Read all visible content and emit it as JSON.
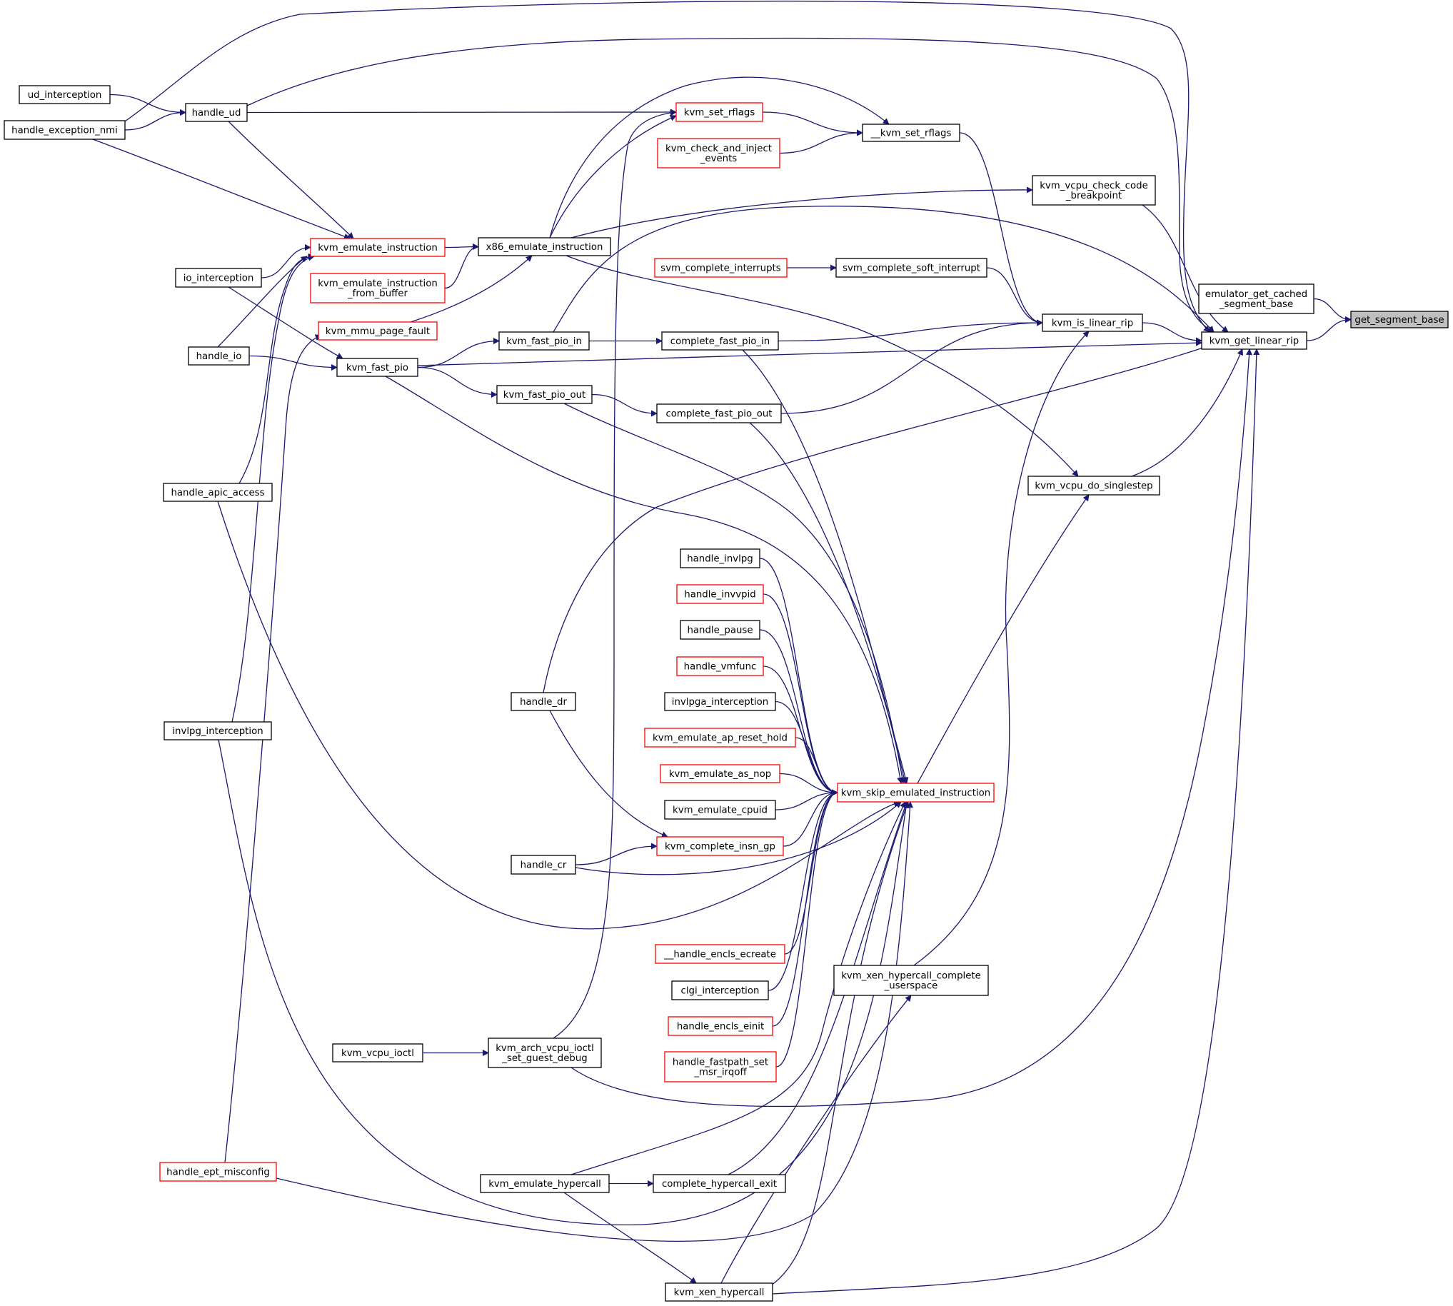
{
  "colors": {
    "edge": "#191970",
    "box_normal": "#000000",
    "box_truncated": "#ff0000",
    "box_focus_fill": "#bfbfbf",
    "box_fill": "#ffffff"
  },
  "nodes": [
    {
      "id": "get_segment_base",
      "lines": [
        "get_segment_base"
      ],
      "style": "focus"
    },
    {
      "id": "emulator_get_cached_segment_base",
      "lines": [
        "emulator_get_cached",
        "_segment_base"
      ],
      "style": "normal"
    },
    {
      "id": "kvm_get_linear_rip",
      "lines": [
        "kvm_get_linear_rip"
      ],
      "style": "normal"
    },
    {
      "id": "kvm_vcpu_check_code_breakpoint",
      "lines": [
        "kvm_vcpu_check_code",
        "_breakpoint"
      ],
      "style": "normal"
    },
    {
      "id": "kvm_is_linear_rip",
      "lines": [
        "kvm_is_linear_rip"
      ],
      "style": "normal"
    },
    {
      "id": "kvm_vcpu_do_singlestep",
      "lines": [
        "kvm_vcpu_do_singlestep"
      ],
      "style": "normal"
    },
    {
      "id": "kvm_xen_hypercall_complete_userspace",
      "lines": [
        "kvm_xen_hypercall_complete",
        "_userspace"
      ],
      "style": "normal"
    },
    {
      "id": "__kvm_set_rflags",
      "lines": [
        "__kvm_set_rflags"
      ],
      "style": "normal"
    },
    {
      "id": "svm_complete_soft_interrupt",
      "lines": [
        "svm_complete_soft_interrupt"
      ],
      "style": "normal"
    },
    {
      "id": "kvm_set_rflags",
      "lines": [
        "kvm_set_rflags"
      ],
      "style": "red"
    },
    {
      "id": "kvm_check_and_inject_events",
      "lines": [
        "kvm_check_and_inject",
        "_events"
      ],
      "style": "red"
    },
    {
      "id": "x86_emulate_instruction",
      "lines": [
        "x86_emulate_instruction"
      ],
      "style": "normal"
    },
    {
      "id": "svm_complete_interrupts",
      "lines": [
        "svm_complete_interrupts"
      ],
      "style": "red"
    },
    {
      "id": "complete_fast_pio_in",
      "lines": [
        "complete_fast_pio_in"
      ],
      "style": "normal"
    },
    {
      "id": "complete_fast_pio_out",
      "lines": [
        "complete_fast_pio_out"
      ],
      "style": "normal"
    },
    {
      "id": "kvm_fast_pio_in",
      "lines": [
        "kvm_fast_pio_in"
      ],
      "style": "normal"
    },
    {
      "id": "kvm_fast_pio_out",
      "lines": [
        "kvm_fast_pio_out"
      ],
      "style": "normal"
    },
    {
      "id": "kvm_emulate_instruction",
      "lines": [
        "kvm_emulate_instruction"
      ],
      "style": "red"
    },
    {
      "id": "kvm_emulate_instruction_from_buffer",
      "lines": [
        "kvm_emulate_instruction",
        "_from_buffer"
      ],
      "style": "red"
    },
    {
      "id": "kvm_mmu_page_fault",
      "lines": [
        "kvm_mmu_page_fault"
      ],
      "style": "red"
    },
    {
      "id": "kvm_fast_pio",
      "lines": [
        "kvm_fast_pio"
      ],
      "style": "normal"
    },
    {
      "id": "handle_ud",
      "lines": [
        "handle_ud"
      ],
      "style": "normal"
    },
    {
      "id": "ud_interception",
      "lines": [
        "ud_interception"
      ],
      "style": "normal"
    },
    {
      "id": "handle_exception_nmi",
      "lines": [
        "handle_exception_nmi"
      ],
      "style": "normal"
    },
    {
      "id": "io_interception",
      "lines": [
        "io_interception"
      ],
      "style": "normal"
    },
    {
      "id": "handle_io",
      "lines": [
        "handle_io"
      ],
      "style": "normal"
    },
    {
      "id": "handle_apic_access",
      "lines": [
        "handle_apic_access"
      ],
      "style": "normal"
    },
    {
      "id": "invlpg_interception",
      "lines": [
        "invlpg_interception"
      ],
      "style": "normal"
    },
    {
      "id": "handle_ept_misconfig",
      "lines": [
        "handle_ept_misconfig"
      ],
      "style": "red"
    },
    {
      "id": "kvm_skip_emulated_instruction",
      "lines": [
        "kvm_skip_emulated_instruction"
      ],
      "style": "red"
    },
    {
      "id": "handle_invlpg",
      "lines": [
        "handle_invlpg"
      ],
      "style": "normal"
    },
    {
      "id": "handle_invvpid",
      "lines": [
        "handle_invvpid"
      ],
      "style": "red"
    },
    {
      "id": "handle_pause",
      "lines": [
        "handle_pause"
      ],
      "style": "normal"
    },
    {
      "id": "handle_vmfunc",
      "lines": [
        "handle_vmfunc"
      ],
      "style": "red"
    },
    {
      "id": "invlpga_interception",
      "lines": [
        "invlpga_interception"
      ],
      "style": "normal"
    },
    {
      "id": "kvm_emulate_ap_reset_hold",
      "lines": [
        "kvm_emulate_ap_reset_hold"
      ],
      "style": "red"
    },
    {
      "id": "kvm_emulate_as_nop",
      "lines": [
        "kvm_emulate_as_nop"
      ],
      "style": "red"
    },
    {
      "id": "kvm_emulate_cpuid",
      "lines": [
        "kvm_emulate_cpuid"
      ],
      "style": "normal"
    },
    {
      "id": "kvm_complete_insn_gp",
      "lines": [
        "kvm_complete_insn_gp"
      ],
      "style": "red"
    },
    {
      "id": "handle_dr",
      "lines": [
        "handle_dr"
      ],
      "style": "normal"
    },
    {
      "id": "handle_cr",
      "lines": [
        "handle_cr"
      ],
      "style": "normal"
    },
    {
      "id": "__handle_encls_ecreate",
      "lines": [
        "__handle_encls_ecreate"
      ],
      "style": "red"
    },
    {
      "id": "clgi_interception",
      "lines": [
        "clgi_interception"
      ],
      "style": "normal"
    },
    {
      "id": "handle_encls_einit",
      "lines": [
        "handle_encls_einit"
      ],
      "style": "red"
    },
    {
      "id": "handle_fastpath_set_msr_irqoff",
      "lines": [
        "handle_fastpath_set",
        "_msr_irqoff"
      ],
      "style": "red"
    },
    {
      "id": "kvm_arch_vcpu_ioctl_set_guest_debug",
      "lines": [
        "kvm_arch_vcpu_ioctl",
        "_set_guest_debug"
      ],
      "style": "normal"
    },
    {
      "id": "kvm_vcpu_ioctl",
      "lines": [
        "kvm_vcpu_ioctl"
      ],
      "style": "normal"
    },
    {
      "id": "kvm_emulate_hypercall",
      "lines": [
        "kvm_emulate_hypercall"
      ],
      "style": "normal"
    },
    {
      "id": "complete_hypercall_exit",
      "lines": [
        "complete_hypercall_exit"
      ],
      "style": "normal"
    },
    {
      "id": "kvm_xen_hypercall",
      "lines": [
        "kvm_xen_hypercall"
      ],
      "style": "normal"
    }
  ],
  "edges": [
    {
      "from": "emulator_get_cached_segment_base",
      "to": "get_segment_base"
    },
    {
      "from": "kvm_get_linear_rip",
      "to": "get_segment_base"
    },
    {
      "from": "kvm_vcpu_check_code_breakpoint",
      "to": "kvm_get_linear_rip"
    },
    {
      "from": "kvm_is_linear_rip",
      "to": "kvm_get_linear_rip"
    },
    {
      "from": "kvm_vcpu_do_singlestep",
      "to": "kvm_get_linear_rip"
    },
    {
      "from": "kvm_fast_pio",
      "to": "kvm_get_linear_rip"
    },
    {
      "from": "handle_dr",
      "to": "kvm_get_linear_rip"
    },
    {
      "from": "kvm_arch_vcpu_ioctl_set_guest_debug",
      "to": "kvm_get_linear_rip"
    },
    {
      "from": "kvm_xen_hypercall",
      "to": "kvm_get_linear_rip"
    },
    {
      "from": "handle_exception_nmi",
      "to": "kvm_get_linear_rip"
    },
    {
      "from": "handle_ud",
      "to": "kvm_get_linear_rip"
    },
    {
      "from": "kvm_fast_pio_in",
      "to": "kvm_get_linear_rip"
    },
    {
      "from": "__kvm_set_rflags",
      "to": "kvm_is_linear_rip"
    },
    {
      "from": "svm_complete_soft_interrupt",
      "to": "kvm_is_linear_rip"
    },
    {
      "from": "complete_fast_pio_in",
      "to": "kvm_is_linear_rip"
    },
    {
      "from": "complete_fast_pio_out",
      "to": "kvm_is_linear_rip"
    },
    {
      "from": "kvm_xen_hypercall_complete_userspace",
      "to": "kvm_is_linear_rip"
    },
    {
      "from": "x86_emulate_instruction",
      "to": "kvm_vcpu_check_code_breakpoint"
    },
    {
      "from": "x86_emulate_instruction",
      "to": "kvm_vcpu_do_singlestep"
    },
    {
      "from": "kvm_skip_emulated_instruction",
      "to": "kvm_vcpu_do_singlestep"
    },
    {
      "from": "kvm_set_rflags",
      "to": "__kvm_set_rflags"
    },
    {
      "from": "kvm_check_and_inject_events",
      "to": "__kvm_set_rflags"
    },
    {
      "from": "x86_emulate_instruction",
      "to": "__kvm_set_rflags"
    },
    {
      "from": "svm_complete_interrupts",
      "to": "svm_complete_soft_interrupt"
    },
    {
      "from": "kvm_fast_pio_in",
      "to": "complete_fast_pio_in"
    },
    {
      "from": "kvm_fast_pio_out",
      "to": "complete_fast_pio_out"
    },
    {
      "from": "kvm_emulate_instruction",
      "to": "x86_emulate_instruction"
    },
    {
      "from": "kvm_emulate_instruction_from_buffer",
      "to": "x86_emulate_instruction"
    },
    {
      "from": "kvm_mmu_page_fault",
      "to": "x86_emulate_instruction"
    },
    {
      "from": "kvm_fast_pio",
      "to": "kvm_fast_pio_in"
    },
    {
      "from": "kvm_fast_pio",
      "to": "kvm_fast_pio_out"
    },
    {
      "from": "handle_ud",
      "to": "kvm_set_rflags"
    },
    {
      "from": "x86_emulate_instruction",
      "to": "kvm_set_rflags"
    },
    {
      "from": "kvm_arch_vcpu_ioctl_set_guest_debug",
      "to": "kvm_set_rflags"
    },
    {
      "from": "ud_interception",
      "to": "handle_ud"
    },
    {
      "from": "handle_exception_nmi",
      "to": "handle_ud"
    },
    {
      "from": "handle_ud",
      "to": "kvm_emulate_instruction"
    },
    {
      "from": "handle_exception_nmi",
      "to": "kvm_emulate_instruction"
    },
    {
      "from": "io_interception",
      "to": "kvm_emulate_instruction"
    },
    {
      "from": "handle_io",
      "to": "kvm_emulate_instruction"
    },
    {
      "from": "handle_apic_access",
      "to": "kvm_emulate_instruction"
    },
    {
      "from": "invlpg_interception",
      "to": "kvm_emulate_instruction"
    },
    {
      "from": "handle_ept_misconfig",
      "to": "kvm_mmu_page_fault"
    },
    {
      "from": "io_interception",
      "to": "kvm_fast_pio"
    },
    {
      "from": "handle_io",
      "to": "kvm_fast_pio"
    },
    {
      "from": "kvm_fast_pio",
      "to": "kvm_skip_emulated_instruction"
    },
    {
      "from": "complete_fast_pio_in",
      "to": "kvm_skip_emulated_instruction"
    },
    {
      "from": "complete_fast_pio_out",
      "to": "kvm_skip_emulated_instruction"
    },
    {
      "from": "kvm_fast_pio_out",
      "to": "kvm_skip_emulated_instruction"
    },
    {
      "from": "handle_invlpg",
      "to": "kvm_skip_emulated_instruction"
    },
    {
      "from": "handle_invvpid",
      "to": "kvm_skip_emulated_instruction"
    },
    {
      "from": "handle_pause",
      "to": "kvm_skip_emulated_instruction"
    },
    {
      "from": "handle_vmfunc",
      "to": "kvm_skip_emulated_instruction"
    },
    {
      "from": "invlpga_interception",
      "to": "kvm_skip_emulated_instruction"
    },
    {
      "from": "kvm_emulate_ap_reset_hold",
      "to": "kvm_skip_emulated_instruction"
    },
    {
      "from": "kvm_emulate_as_nop",
      "to": "kvm_skip_emulated_instruction"
    },
    {
      "from": "kvm_emulate_cpuid",
      "to": "kvm_skip_emulated_instruction"
    },
    {
      "from": "kvm_complete_insn_gp",
      "to": "kvm_skip_emulated_instruction"
    },
    {
      "from": "handle_cr",
      "to": "kvm_skip_emulated_instruction"
    },
    {
      "from": "handle_apic_access",
      "to": "kvm_skip_emulated_instruction"
    },
    {
      "from": "__handle_encls_ecreate",
      "to": "kvm_skip_emulated_instruction"
    },
    {
      "from": "clgi_interception",
      "to": "kvm_skip_emulated_instruction"
    },
    {
      "from": "handle_encls_einit",
      "to": "kvm_skip_emulated_instruction"
    },
    {
      "from": "handle_fastpath_set_msr_irqoff",
      "to": "kvm_skip_emulated_instruction"
    },
    {
      "from": "kvm_emulate_hypercall",
      "to": "kvm_skip_emulated_instruction"
    },
    {
      "from": "complete_hypercall_exit",
      "to": "kvm_skip_emulated_instruction"
    },
    {
      "from": "invlpg_interception",
      "to": "kvm_skip_emulated_instruction"
    },
    {
      "from": "handle_ept_misconfig",
      "to": "kvm_skip_emulated_instruction"
    },
    {
      "from": "kvm_xen_hypercall",
      "to": "kvm_skip_emulated_instruction"
    },
    {
      "from": "handle_dr",
      "to": "kvm_complete_insn_gp"
    },
    {
      "from": "handle_cr",
      "to": "kvm_complete_insn_gp"
    },
    {
      "from": "kvm_vcpu_ioctl",
      "to": "kvm_arch_vcpu_ioctl_set_guest_debug"
    },
    {
      "from": "kvm_emulate_hypercall",
      "to": "complete_hypercall_exit"
    },
    {
      "from": "kvm_emulate_hypercall",
      "to": "kvm_xen_hypercall"
    },
    {
      "from": "kvm_xen_hypercall",
      "to": "kvm_xen_hypercall_complete_userspace"
    }
  ]
}
